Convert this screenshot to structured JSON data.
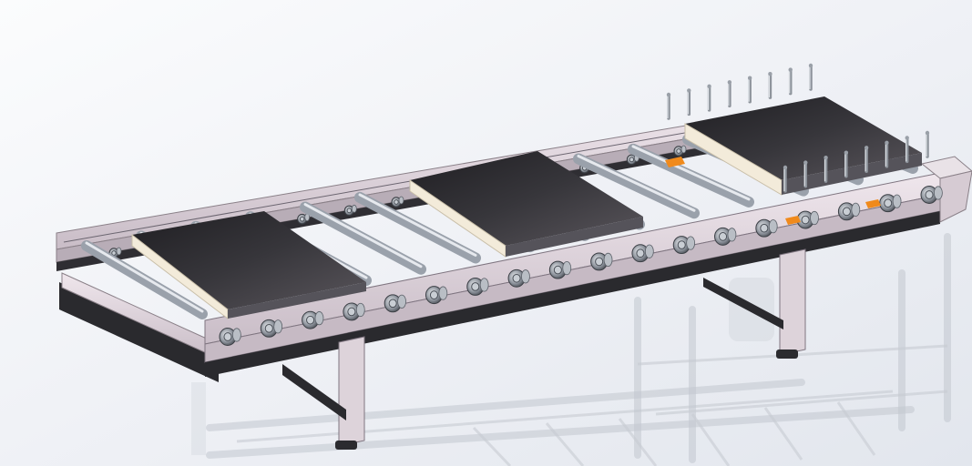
{
  "scene": {
    "subject": "roller-conveyor",
    "colors": {
      "background_light": "#fbfcfd",
      "background_dark": "#e4e7ee",
      "frame": "#ddd2da",
      "frame_shadow": "#b7acb6",
      "rail_dark": "#2a2a2e",
      "roller": "#9aa1ab",
      "pallet_top": "#2d2c30",
      "pallet_side": "#f2ead9",
      "accent": "#f08a1c"
    },
    "pallet_count": 3,
    "roller_count": 14,
    "sprocket_count": 18
  }
}
